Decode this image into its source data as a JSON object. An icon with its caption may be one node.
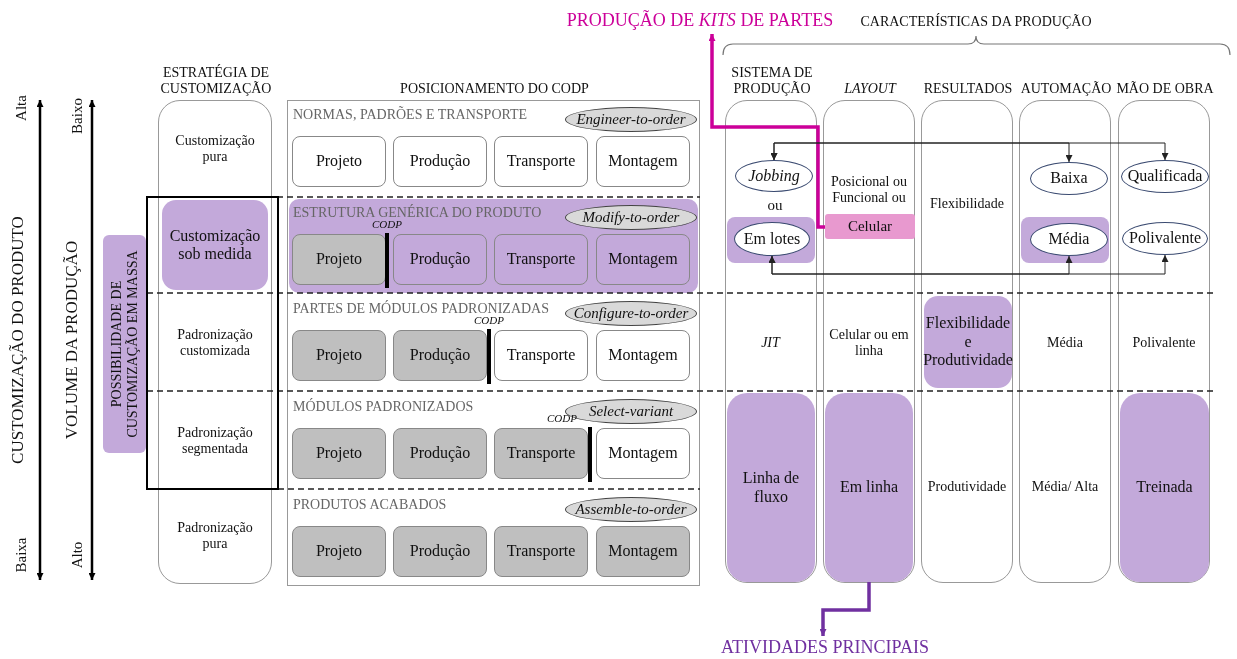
{
  "diagram": {
    "nodes": [
      {
        "text": [
          "PRODUÇÃO DE *KITS* DE PARTES"
        ]
      },
      {
        "text": [
          "ESTRATÉGIA DE CUSTOMIZAÇÃO"
        ]
      },
      {
        "text": [
          "Customização pura"
        ],
        "in": 1
      },
      {
        "text": [
          "Customização sob medida"
        ],
        "in": 1
      },
      {
        "text": [
          "Padronização customizada"
        ],
        "in": 1
      },
      {
        "text": [
          "Padronização segmentada"
        ],
        "in": 1
      },
      {
        "text": [
          "Padronização pura"
        ],
        "in": 1
      },
      {
        "text": [
          "POSSIBILIDADE DE CUSTOMIZAÇÃO EM MASSA"
        ]
      },
      {
        "text": [
          "POSICIONAMENTO DO CODP"
        ]
      },
      {
        "text": [
          "NORMAS, PADRÕES E TRANSPORTE"
        ],
        "in": 8
      },
      {
        "text": [
          "Engineer-to-order"
        ],
        "in": 9
      },
      {
        "text": [
          "Projeto"
        ],
        "in": 9
      },
      {
        "text": [
          "Produção"
        ],
        "in": 9
      },
      {
        "text": [
          "Transporte"
        ],
        "in": 9
      },
      {
        "text": [
          "Montagem"
        ],
        "in": 9
      },
      {
        "text": [
          "ESTRUTURA GENÉRICA DO PRODUTO"
        ],
        "in": 8
      },
      {
        "text": [
          "Modify-to-order"
        ],
        "in": 15
      },
      {
        "text": [
          "Projeto"
        ],
        "in": 15
      },
      {
        "text": [
          "Produção"
        ],
        "in": 15
      },
      {
        "text": [
          "Transporte"
        ],
        "in": 15
      },
      {
        "text": [
          "Montagem"
        ],
        "in": 15
      },
      {
        "text": [
          "PARTES DE MÓDULOS PADRONIZADAS"
        ],
        "in": 8
      },
      {
        "text": [
          "Configure-to-order"
        ],
        "in": 21
      },
      {
        "text": [
          "Projeto"
        ],
        "in": 21
      },
      {
        "text": [
          "Produção"
        ],
        "in": 21
      },
      {
        "text": [
          "Transporte"
        ],
        "in": 21
      },
      {
        "text": [
          "Montagem"
        ],
        "in": 21
      },
      {
        "text": [
          "MÓDULOS PADRONIZADOS"
        ],
        "in": 8
      },
      {
        "text": [
          "Select-variant"
        ],
        "in": 27
      },
      {
        "text": [
          "Projeto"
        ],
        "in": 27
      },
      {
        "text": [
          "Produção"
        ],
        "in": 27
      },
      {
        "text": [
          "Transporte"
        ],
        "in": 27
      },
      {
        "text": [
          "Montagem"
        ],
        "in": 27
      },
      {
        "text": [
          "PRODUTOS ACABADOS"
        ],
        "in": 8
      },
      {
        "text": [
          "Assemble-to-order"
        ],
        "in": 33
      },
      {
        "text": [
          "Projeto"
        ],
        "in": 33
      },
      {
        "text": [
          "Produção"
        ],
        "in": 33
      },
      {
        "text": [
          "Transporte"
        ],
        "in": 33
      },
      {
        "text": [
          "Montagem"
        ],
        "in": 33
      },
      {
        "text": [
          "SISTEMA DE PRODUÇÃO"
        ]
      },
      {
        "text": [
          "Jobbing"
        ],
        "in": 39
      },
      {
        "text": [],
        "shape": "box",
        "in": 39
      },
      {
        "text": [
          "Em lotes"
        ],
        "in": 41
      },
      {
        "text": [
          "JIT"
        ],
        "in": 39
      },
      {
        "text": [
          "Linha de fluxo"
        ],
        "in": 39
      },
      {
        "text": [
          "LAYOUT"
        ]
      },
      {
        "text": [
          "Posicional ou Funcional ou"
        ],
        "in": 45
      },
      {
        "text": [
          "Celular"
        ],
        "in": 45
      },
      {
        "text": [
          "Celular ou em linha"
        ],
        "in": 45
      },
      {
        "text": [
          "Em linha"
        ],
        "in": 45
      },
      {
        "text": [
          "RESULTADOS"
        ]
      },
      {
        "text": [
          "Flexibilidade"
        ],
        "in": 50
      },
      {
        "text": [
          "Flexibilidade e Produtividade"
        ],
        "in": 50
      },
      {
        "text": [
          "Produtividade"
        ],
        "in": 50
      },
      {
        "text": [
          "AUTOMAÇÃO"
        ]
      },
      {
        "text": [
          "Baixa"
        ],
        "in": 54
      },
      {
        "text": [],
        "shape": "box",
        "in": 54
      },
      {
        "text": [
          "Média"
        ],
        "in": 56
      },
      {
        "text": [
          "Média"
        ],
        "in": 54
      },
      {
        "text": [
          "Média/ Alta"
        ],
        "in": 54
      },
      {
        "text": [
          "MÃO DE OBRA"
        ]
      },
      {
        "text": [
          "Qualificada"
        ],
        "in": 60
      },
      {
        "text": [
          "Polivalente"
        ],
        "in": 60
      },
      {
        "text": [
          "Polivalente"
        ],
        "in": 60
      },
      {
        "text": [
          "Treinada"
        ],
        "in": 60
      },
      {
        "text": [
          "ATIVIDADES PRINCIPAIS"
        ]
      }
    ],
    "edges": [
      {
        "from": 47,
        "to": 0,
        "arrow": "to",
        "style": "thick",
        "color": "#cc0099"
      },
      {
        "from": 40,
        "to": 55,
        "arrow": "both"
      },
      {
        "from": 40,
        "to": 61,
        "arrow": "both"
      },
      {
        "from": 42,
        "to": 57,
        "arrow": "both"
      },
      {
        "from": 42,
        "to": 62,
        "arrow": "both"
      },
      {
        "from": 49,
        "to": 65,
        "arrow": "to",
        "style": "thick",
        "color": "#7030a0"
      }
    ],
    "labels": [
      "CARACTERÍSTICAS DA PRODUÇÃO",
      "Alta",
      "Baixo",
      "CUSTOMIZAÇÃO DO PRODUTO",
      "VOLUME DA PRODUÇÃO",
      "CODP",
      "ou",
      "CODP",
      "CODP",
      "Baixa",
      "Alto"
    ]
  }
}
